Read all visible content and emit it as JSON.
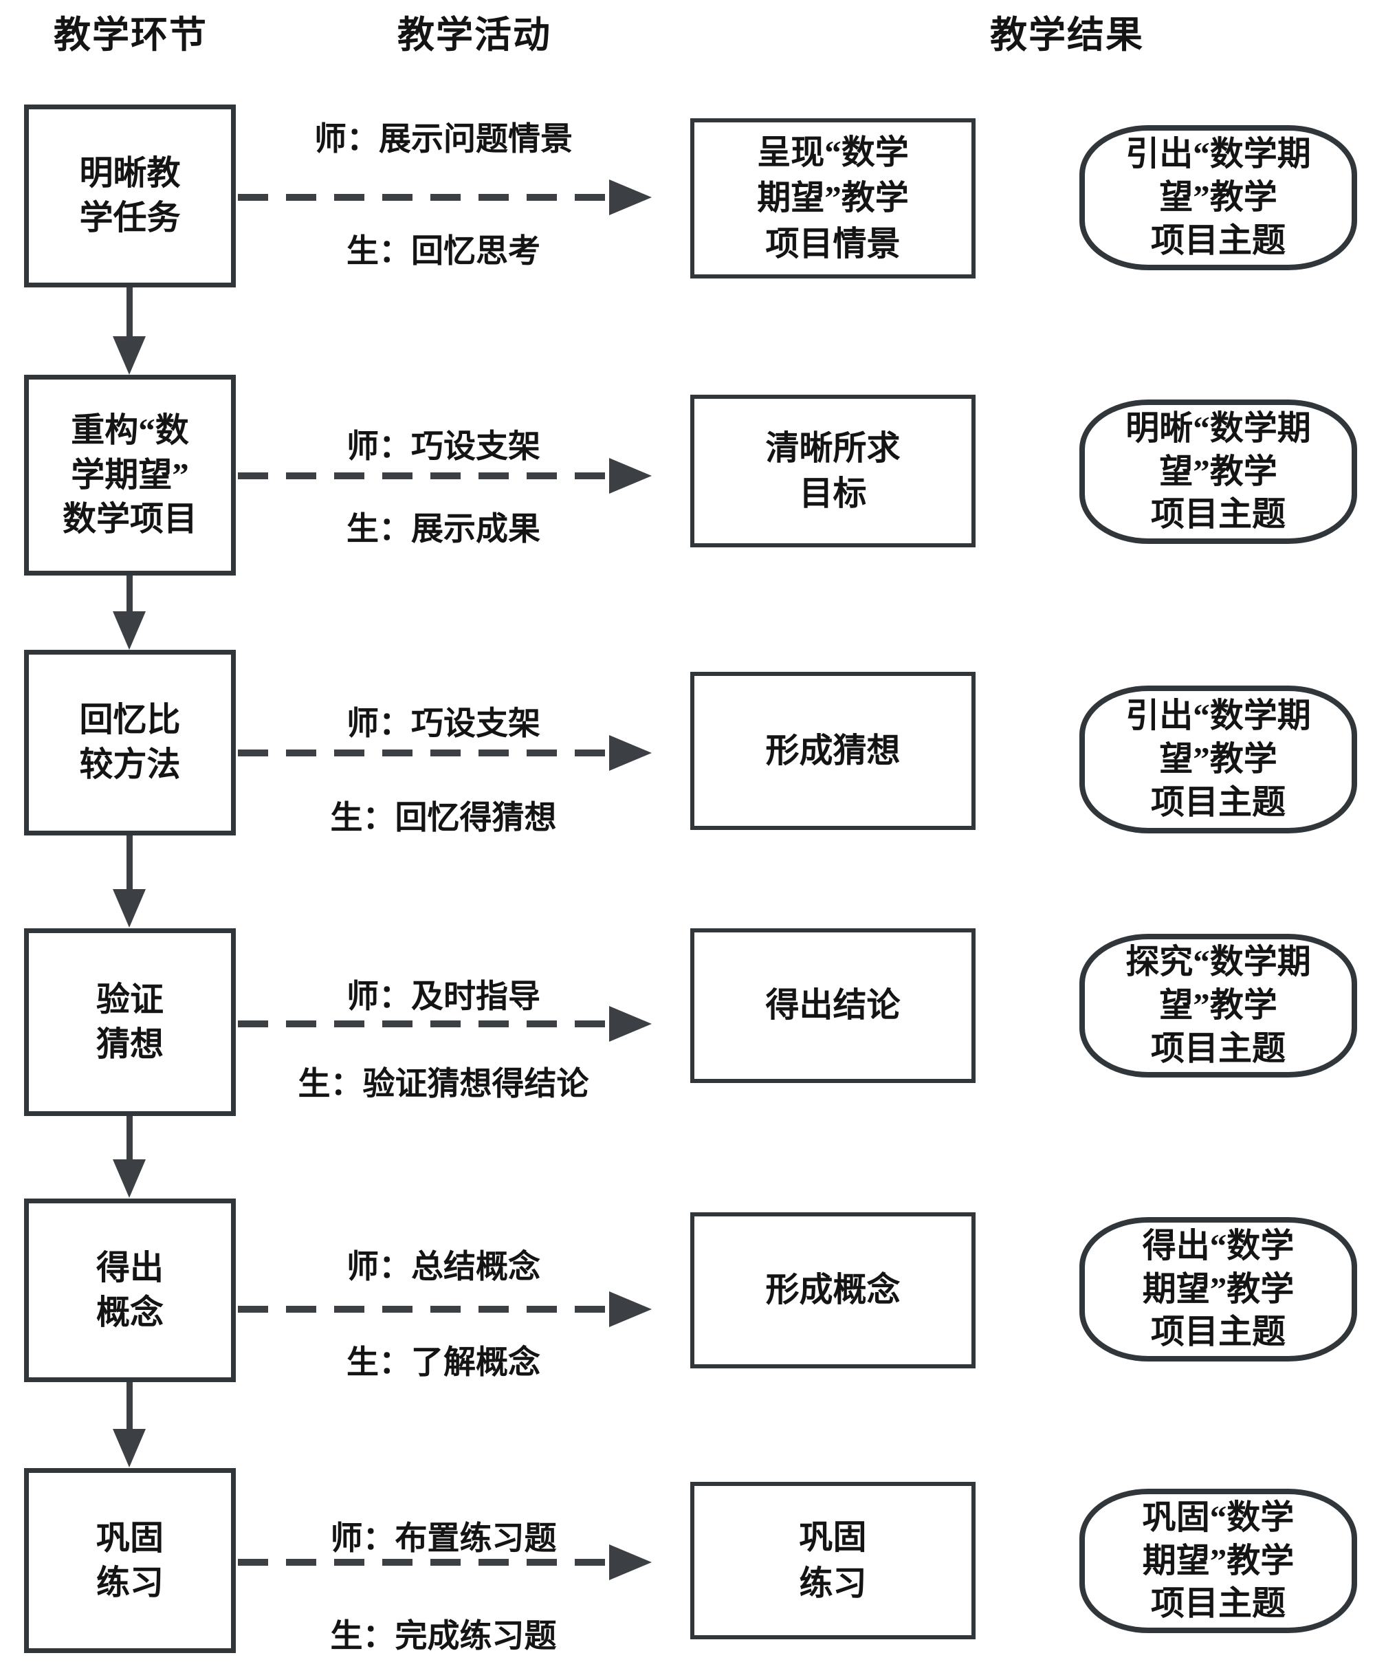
{
  "title": "教学流程图",
  "colors": {
    "ink": "#141414",
    "box_border": "#31363b",
    "arrow": "#3c4044",
    "background": "#ffffff"
  },
  "headers": {
    "stage": "教学环节",
    "activity": "教学活动",
    "result": "教学结果"
  },
  "rows": [
    {
      "stage": "明晰教\n学任务",
      "teacher": "师：展示问题情景",
      "student": "生：回忆思考",
      "result": "呈现“数学\n期望”教学\n项目情景",
      "outcome": "引出“数学期\n望”教学\n项目主题"
    },
    {
      "stage": "重构“数\n学期望”\n数学项目",
      "teacher": "师：巧设支架",
      "student": "生：展示成果",
      "result": "清晰所求\n目标",
      "outcome": "明晰“数学期\n望”教学\n项目主题"
    },
    {
      "stage": "回忆比\n较方法",
      "teacher": "师：巧设支架",
      "student": "生：回忆得猜想",
      "result": "形成猜想",
      "outcome": "引出“数学期\n望”教学\n项目主题"
    },
    {
      "stage": "验证\n猜想",
      "teacher": "师：及时指导",
      "student": "生：验证猜想得结论",
      "result": "得出结论",
      "outcome": "探究“数学期\n望”教学\n项目主题"
    },
    {
      "stage": "得出\n概念",
      "teacher": "师：总结概念",
      "student": "生：了解概念",
      "result": "形成概念",
      "outcome": "得出“数学\n期望”教学\n项目主题"
    },
    {
      "stage": "巩固\n练习",
      "teacher": "师：布置练习题",
      "student": "生：完成练习题",
      "result": "巩固\n练习",
      "outcome": "巩固“数学\n期望”教学\n项目主题"
    }
  ]
}
